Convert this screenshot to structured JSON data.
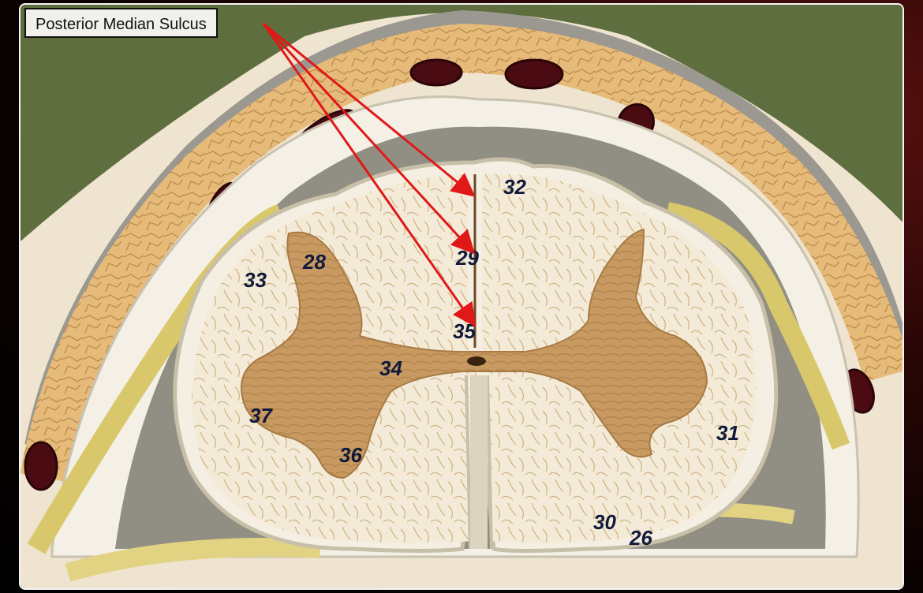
{
  "annotation": {
    "label": "Posterior Median Sulcus",
    "pointer_color": "#e01818"
  },
  "model_numbers": [
    "32",
    "29",
    "35",
    "33",
    "28",
    "34",
    "37",
    "36",
    "31",
    "30",
    "26"
  ],
  "colors": {
    "background": "#5f6e3e",
    "white_matter": "#f2ead8",
    "grey_matter": "#c89a62",
    "dura": "#e9c58a",
    "vessel": "#4a0c12",
    "frame": "#5a1010"
  }
}
